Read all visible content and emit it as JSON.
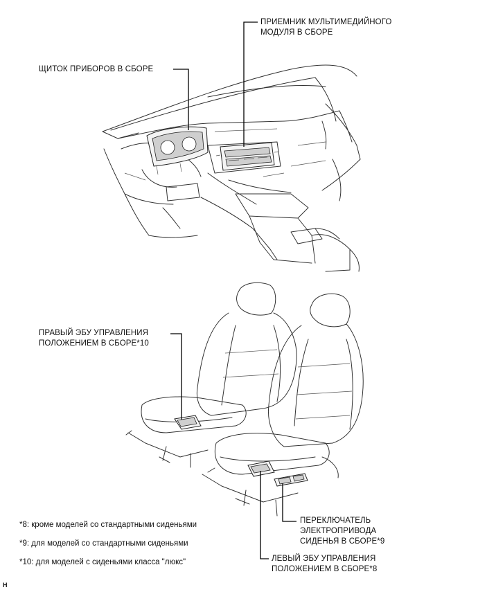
{
  "labels": {
    "multimedia_receiver_line1": "ПРИЕМНИК МУЛЬТИМЕДИЙНОГО",
    "multimedia_receiver_line2": "МОДУЛЯ В СБОРЕ",
    "instrument_cluster": "ЩИТОК ПРИБОРОВ В СБОРЕ",
    "right_ecu_line1": "ПРАВЫЙ ЭБУ УПРАВЛЕНИЯ",
    "right_ecu_line2": "ПОЛОЖЕНИЕМ В СБОРЕ*10",
    "seat_switch_line1": "ПЕРЕКЛЮЧАТЕЛЬ",
    "seat_switch_line2": "ЭЛЕКТРОПРИВОДА",
    "seat_switch_line3": "СИДЕНЬЯ В СБОРЕ*9",
    "left_ecu_line1": "ЛЕВЫЙ ЭБУ УПРАВЛЕНИЯ",
    "left_ecu_line2": "ПОЛОЖЕНИЕМ В СБОРЕ*8"
  },
  "notes": [
    "*8: кроме моделей со стандартными сиденьями",
    "*9: для моделей со стандартными сиденьями",
    "*10: для моделей с сиденьями класса \"люкс\""
  ],
  "corner_mark": "H"
}
